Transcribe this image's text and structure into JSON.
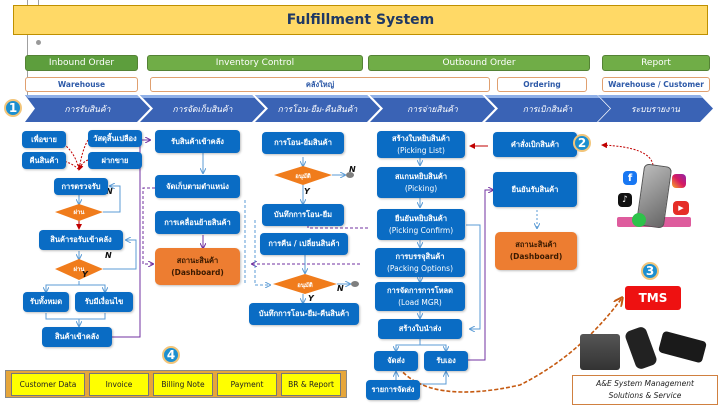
{
  "title": "Fulfillment System",
  "categories": [
    {
      "label": "Inbound  Order"
    },
    {
      "label": "Inventory Control"
    },
    {
      "label": "Outbound Order"
    },
    {
      "label": "Report"
    }
  ],
  "subcategories": [
    {
      "label": "Warehouse"
    },
    {
      "label": "คลังใหญ่"
    },
    {
      "label": "Ordering"
    },
    {
      "label": "Warehouse / Customer"
    }
  ],
  "process_steps": [
    {
      "label": "การรับสินค้า"
    },
    {
      "label": "การจัดเก็บสินค้า"
    },
    {
      "label": "การโอน-ยืม-คืนสินค้า"
    },
    {
      "label": "การจ่ายสินค้า"
    },
    {
      "label": "การเบิกสินค้า"
    },
    {
      "label": "ระบบรายงาน"
    }
  ],
  "badges": {
    "one": "1",
    "two": "2",
    "three": "3",
    "four": "4"
  },
  "inbound": {
    "sources": [
      "เพื่อขาย",
      "วัสดุสิ้นเปลือง",
      "คืนสินค้า",
      "ฝากขาย"
    ],
    "inspect": "การตรวจรับ",
    "decision1": "ผ่าน",
    "accept": "สินค้ารอรับเข้าคลัง",
    "decision2": "ผ่าน",
    "receive_all": "รับทั้งหมด",
    "receive_cond": "รับมีเงื่อนไข",
    "into_stock": "สินค้าเข้าคลัง"
  },
  "storage": {
    "receive": "รับสินค้าเข้าคลัง",
    "put_away": "จัดเก็บตามตำแหน่ง",
    "move": "การเคลื่อนย้ายสินค้า",
    "dashboard_line1": "สถานะสินค้า",
    "dashboard_line2": "(Dashboard)"
  },
  "transfer": {
    "transfer": "การโอน-ยืมสินค้า",
    "approve1": "อนุมัติ",
    "record": "บันทึกการโอน-ยืม",
    "return": "การคืน / เปลี่ยนสินค้า",
    "approve2": "อนุมัติ",
    "record_final": "บันทึกการโอน-ยืม-คืนสินค้า"
  },
  "dispatch": {
    "steps": [
      {
        "th": "สร้างใบหยิบสินค้า",
        "en": "(Picking List)"
      },
      {
        "th": "สแกนหยิบสินค้า",
        "en": "(Picking)"
      },
      {
        "th": "ยืนยันหยิบสินค้า",
        "en": "(Picking Confirm)"
      },
      {
        "th": "การบรรจุสินค้า",
        "en": "(Packing Options)"
      },
      {
        "th": "การจัดการการโหลด",
        "en": "(Load MGR)"
      }
    ],
    "create_delivery": "สร้างใบนำส่ง",
    "ship": "จัดส่ง",
    "pickup": "รับเอง",
    "ship_list": "รายการจัดส่ง"
  },
  "requisition": {
    "order": "คำสั่งเบิกสินค้า",
    "confirm": "ยืนยันรับสินค้า",
    "dashboard_line1": "สถานะสินค้า",
    "dashboard_line2": "(Dashboard)"
  },
  "flow_labels": {
    "yes": "Y",
    "no": "N"
  },
  "tms": "TMS",
  "billing": [
    "Customer Data",
    "Invoice",
    "Billing Note",
    "Payment",
    "BR & Report"
  ],
  "company": {
    "line1": "A&E System Management",
    "line2": "Solutions & Service"
  },
  "colors": {
    "title_bg": "#ffd966",
    "category_green": "#70ad47",
    "process_blue": "#2f5597",
    "box_blue": "#0a6cc4",
    "decision_orange": "#f07c1c",
    "dashboard_orange": "#ed7d31",
    "tms_red": "#ee1111",
    "billing_yellow": "#ffff00"
  }
}
